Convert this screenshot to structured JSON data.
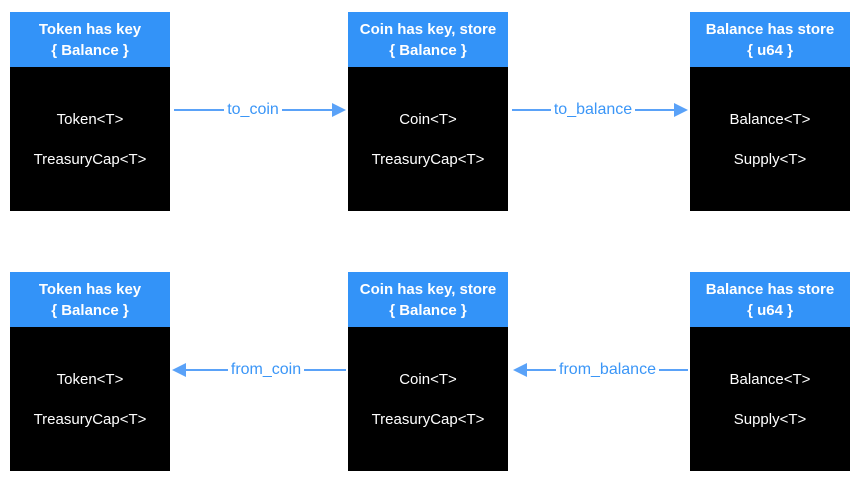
{
  "colors": {
    "header_blue": "#3393f8",
    "arrow_blue": "#5aa2f8",
    "label_blue": "#3b96f7",
    "body_black": "#000000",
    "text_white": "#ffffff",
    "background": "#ffffff"
  },
  "rows": [
    {
      "boxes": [
        {
          "header1": "Token has key",
          "header2": "{ Balance }",
          "fields": [
            "Token<T>",
            "TreasuryCap<T>"
          ]
        },
        {
          "header1": "Coin has key, store",
          "header2": "{ Balance }",
          "fields": [
            "Coin<T>",
            "TreasuryCap<T>"
          ]
        },
        {
          "header1": "Balance has store",
          "header2": "{ u64 }",
          "fields": [
            "Balance<T>",
            "Supply<T>"
          ]
        }
      ],
      "arrows": [
        {
          "label": "to_coin",
          "direction": "right"
        },
        {
          "label": "to_balance",
          "direction": "right"
        }
      ]
    },
    {
      "boxes": [
        {
          "header1": "Token has key",
          "header2": "{ Balance }",
          "fields": [
            "Token<T>",
            "TreasuryCap<T>"
          ]
        },
        {
          "header1": "Coin has key, store",
          "header2": "{ Balance }",
          "fields": [
            "Coin<T>",
            "TreasuryCap<T>"
          ]
        },
        {
          "header1": "Balance has store",
          "header2": "{ u64 }",
          "fields": [
            "Balance<T>",
            "Supply<T>"
          ]
        }
      ],
      "arrows": [
        {
          "label": "from_coin",
          "direction": "left"
        },
        {
          "label": "from_balance",
          "direction": "left"
        }
      ]
    }
  ]
}
